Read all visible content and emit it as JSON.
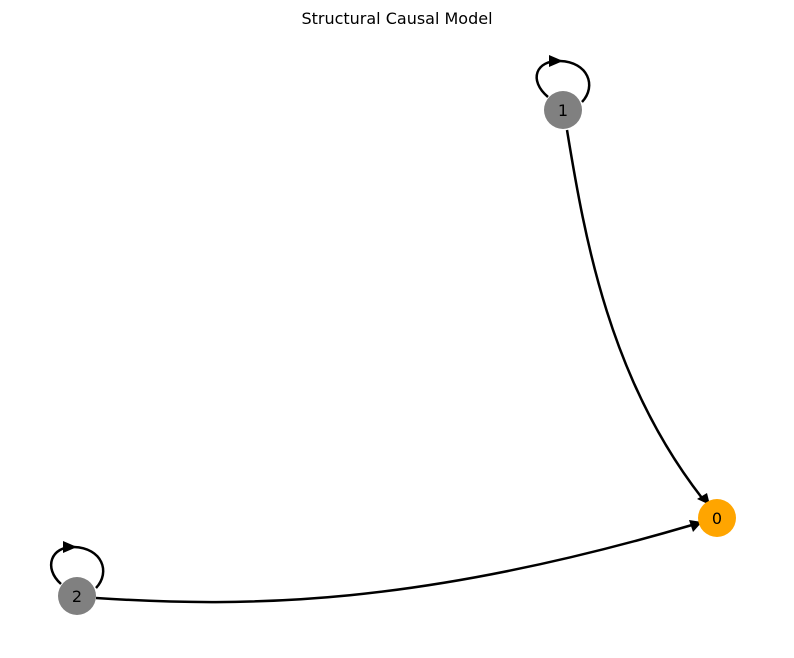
{
  "title": "Structural Causal Model",
  "colors": {
    "outcome_node": "#FFA500",
    "cause_node": "#808080",
    "edge": "#000000",
    "background": "#FFFFFF"
  },
  "nodes": [
    {
      "id": "0",
      "label": "0",
      "role": "outcome"
    },
    {
      "id": "1",
      "label": "1",
      "role": "cause"
    },
    {
      "id": "2",
      "label": "2",
      "role": "cause"
    }
  ],
  "edges": [
    {
      "from": "1",
      "to": "0"
    },
    {
      "from": "2",
      "to": "0"
    },
    {
      "from": "1",
      "to": "1"
    },
    {
      "from": "2",
      "to": "2"
    }
  ]
}
